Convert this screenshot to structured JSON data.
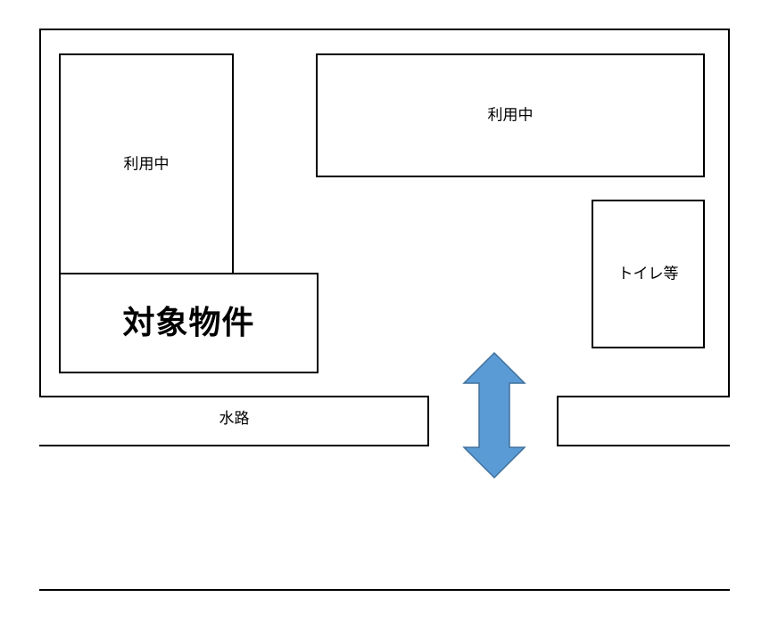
{
  "site": {
    "labels": {
      "in_use_left": "利用中",
      "in_use_top": "利用中",
      "toilet": "トイレ等",
      "target_property": "対象物件",
      "waterway": "水路"
    }
  },
  "colors": {
    "arrow_fill": "#5b9bd5",
    "arrow_stroke": "#41719c",
    "line": "#000000"
  },
  "icons": {
    "entrance": "double-headed-arrow"
  }
}
